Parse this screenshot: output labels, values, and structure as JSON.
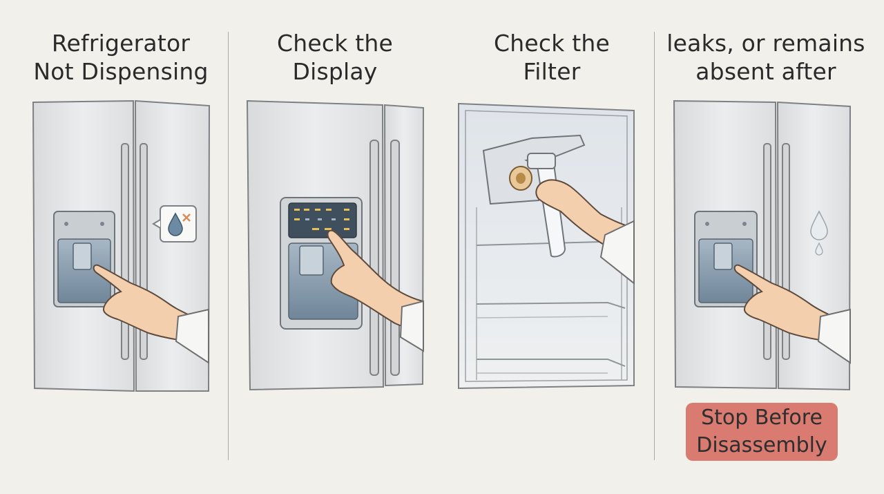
{
  "panels": [
    {
      "title_lines": [
        "Refrigerator",
        "Not Dispensing"
      ]
    },
    {
      "title_lines": [
        "Check the",
        "Display"
      ]
    },
    {
      "title_lines": [
        "Check the",
        "Filter"
      ]
    },
    {
      "title_lines": [
        "leaks, or remains",
        "absent after"
      ]
    }
  ],
  "stop_badge": {
    "lines": [
      "Stop Before",
      "Disassembly"
    ]
  },
  "colors": {
    "background": "#f1f0ea",
    "fridge_body": "#e4e5e5",
    "dispenser": "#8aa1b4",
    "skin": "#f3cfae",
    "badge": "#d97b70"
  }
}
